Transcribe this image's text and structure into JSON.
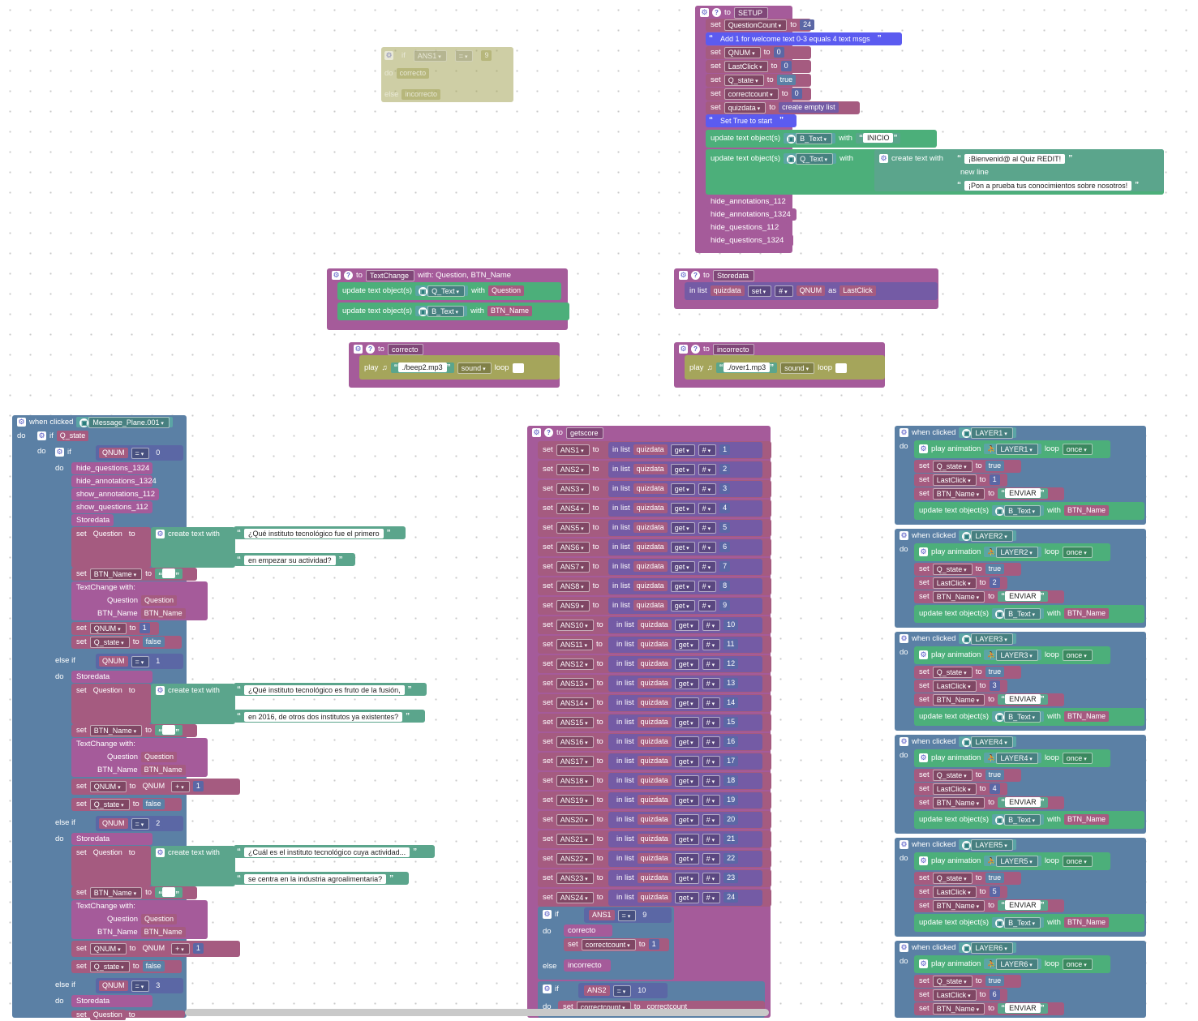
{
  "setup": {
    "header_to": "to",
    "name": "SETUP",
    "rows": [
      {
        "set": "set",
        "var": "QuestionCount",
        "to": "to",
        "val": "24"
      },
      {
        "comment": "Add 1 for welcome text  0-3 equals 4 text msgs"
      },
      {
        "set": "set",
        "var": "QNUM",
        "to": "to",
        "val": "0"
      },
      {
        "set": "set",
        "var": "LastClick",
        "to": "to",
        "val": "0"
      },
      {
        "set": "set",
        "var": "Q_state",
        "to": "to",
        "val": "true"
      },
      {
        "set": "set",
        "var": "correctcount",
        "to": "to",
        "val": "0"
      },
      {
        "set": "set",
        "var": "quizdata",
        "to": "to",
        "val": "create empty list"
      },
      {
        "comment": "Set True to start"
      }
    ],
    "update1": {
      "label": "update text object(s)",
      "obj": "B_Text",
      "with": "with",
      "text": "INICIO"
    },
    "update2": {
      "label": "update text object(s)",
      "obj": "Q_Text",
      "with": "with",
      "create": "create text with",
      "line1": "¡Bienvenid@ al Quiz REDIT!",
      "newline": "new line",
      "line2": "¡Pon a prueba tus conocimientos sobre nosotros!"
    },
    "calls": [
      "hide_annotations_112",
      "hide_annotations_1324",
      "hide_questions_112",
      "hide_questions_1324"
    ]
  },
  "ghost_if": {
    "if": "if",
    "var": "ANS1",
    "op": "=",
    "val": "9",
    "do": "do",
    "then": "correcto",
    "else": "else",
    "other": "incorrecto"
  },
  "textchange": {
    "to": "to",
    "name": "TextChange",
    "params": "with: Question, BTN_Name",
    "u1": "update text object(s)",
    "obj1": "Q_Text",
    "with": "with",
    "arg1": "Question",
    "u2": "update text object(s)",
    "obj2": "B_Text",
    "arg2": "BTN_Name"
  },
  "storedata": {
    "to": "to",
    "name": "Storedata",
    "inlist": "in list",
    "list": "quizdata",
    "mode": "set",
    "hash": "#",
    "idx": "QNUM",
    "as": "as",
    "val": "LastClick"
  },
  "correcto": {
    "to": "to",
    "name": "correcto",
    "play": "play",
    "file": "./beep2.mp3",
    "sound": "sound",
    "loop": "loop"
  },
  "incorrecto": {
    "to": "to",
    "name": "incorrecto",
    "play": "play",
    "file": "./over1.mp3",
    "sound": "sound",
    "loop": "loop"
  },
  "plane": {
    "when": "when clicked",
    "obj": "Message_Plane.001",
    "do": "do",
    "if": "if",
    "state": "Q_state",
    "branches": [
      {
        "kw": "if",
        "var": "QNUM",
        "op": "=",
        "val": "0",
        "calls": [
          "hide_questions_1324",
          "hide_annotations_1324",
          "show_annotations_112",
          "show_questions_112",
          "Storedata"
        ],
        "q1": "¿Qué instituto tecnológico fue el primero",
        "q2": "en empezar su actividad?",
        "qnum_expr": false
      },
      {
        "kw": "else if",
        "var": "QNUM",
        "op": "=",
        "val": "1",
        "calls": [
          "Storedata"
        ],
        "q1": "¿Qué instituto tecnológico es fruto de la fusión,",
        "q2": "en 2016, de otros dos institutos ya existentes?",
        "qnum_expr": true
      },
      {
        "kw": "else if",
        "var": "QNUM",
        "op": "=",
        "val": "2",
        "calls": [
          "Storedata"
        ],
        "q1": "¿Cuál es el instituto tecnológico cuya actividad...",
        "q2": "se centra en la industria agroalimentaria?",
        "qnum_expr": true
      },
      {
        "kw": "else if",
        "var": "QNUM",
        "op": "=",
        "val": "3",
        "calls": [
          "Storedata"
        ]
      }
    ],
    "set": "set",
    "question": "Question",
    "to": "to",
    "create": "create text with",
    "newline": "new line",
    "btn": "BTN_Name",
    "textchange": "TextChange  with:",
    "qnum": "QNUM",
    "one": "1",
    "plus": "+",
    "qstate": "Q_state",
    "false": "false",
    "cre": "cre"
  },
  "getscore": {
    "to": "to",
    "name": "getscore",
    "set": "set",
    "inlist": "in list",
    "list": "quizdata",
    "get": "get",
    "hash": "#",
    "ans": [
      "ANS1",
      "ANS2",
      "ANS3",
      "ANS4",
      "ANS5",
      "ANS6",
      "ANS7",
      "ANS8",
      "ANS9",
      "ANS10",
      "ANS11",
      "ANS12",
      "ANS13",
      "ANS14",
      "ANS15",
      "ANS16",
      "ANS17",
      "ANS18",
      "ANS19",
      "ANS20",
      "ANS21",
      "ANS22",
      "ANS23",
      "ANS24"
    ],
    "idx": [
      "1",
      "2",
      "3",
      "4",
      "5",
      "6",
      "7",
      "8",
      "9",
      "10",
      "11",
      "12",
      "13",
      "14",
      "15",
      "16",
      "17",
      "18",
      "19",
      "20",
      "21",
      "22",
      "23",
      "24"
    ],
    "if1": {
      "if": "if",
      "var": "ANS1",
      "op": "=",
      "val": "9",
      "do": "do",
      "call": "correcto",
      "setcc": "correctcount",
      "one": "1",
      "else": "else",
      "other": "incorrecto"
    },
    "if2": {
      "if": "if",
      "var": "ANS2",
      "op": "=",
      "val": "10",
      "do": "do",
      "setcc": "correctcount",
      "cc2": "correctcount"
    }
  },
  "layers": {
    "when": "when clicked",
    "do": "do",
    "play": "play animation",
    "loop": "loop",
    "once": "once",
    "set": "set",
    "to": "to",
    "qstate": "Q_state",
    "true": "true",
    "lastclick": "LastClick",
    "btn": "BTN_Name",
    "enviar": "ENVIAR",
    "update": "update text object(s)",
    "btext": "B_Text",
    "with": "with",
    "items": [
      {
        "name": "LAYER1",
        "n": "1"
      },
      {
        "name": "LAYER2",
        "n": "2"
      },
      {
        "name": "LAYER3",
        "n": "3"
      },
      {
        "name": "LAYER4",
        "n": "4"
      },
      {
        "name": "LAYER5",
        "n": "5"
      },
      {
        "name": "LAYER6",
        "n": "6"
      }
    ]
  },
  "icons": {
    "gear": "gear-icon",
    "help": "help-icon",
    "sound": "music-note-icon",
    "object": "cube-icon"
  }
}
